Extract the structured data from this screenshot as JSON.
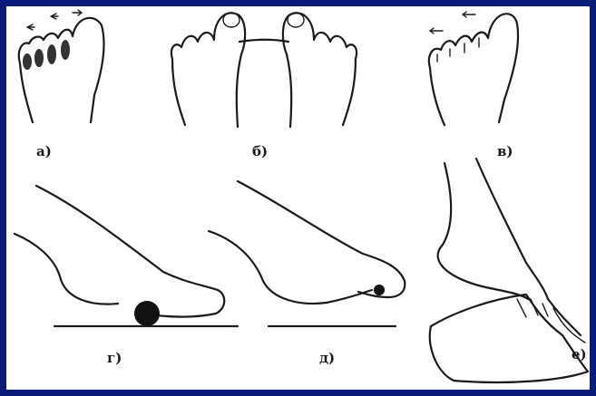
{
  "figure": {
    "border_color": "#0a1a78",
    "panels": [
      {
        "label": "а)"
      },
      {
        "label": "б)"
      },
      {
        "label": "в)"
      },
      {
        "label": "г)"
      },
      {
        "label": "д)"
      },
      {
        "label": "е)"
      }
    ]
  }
}
